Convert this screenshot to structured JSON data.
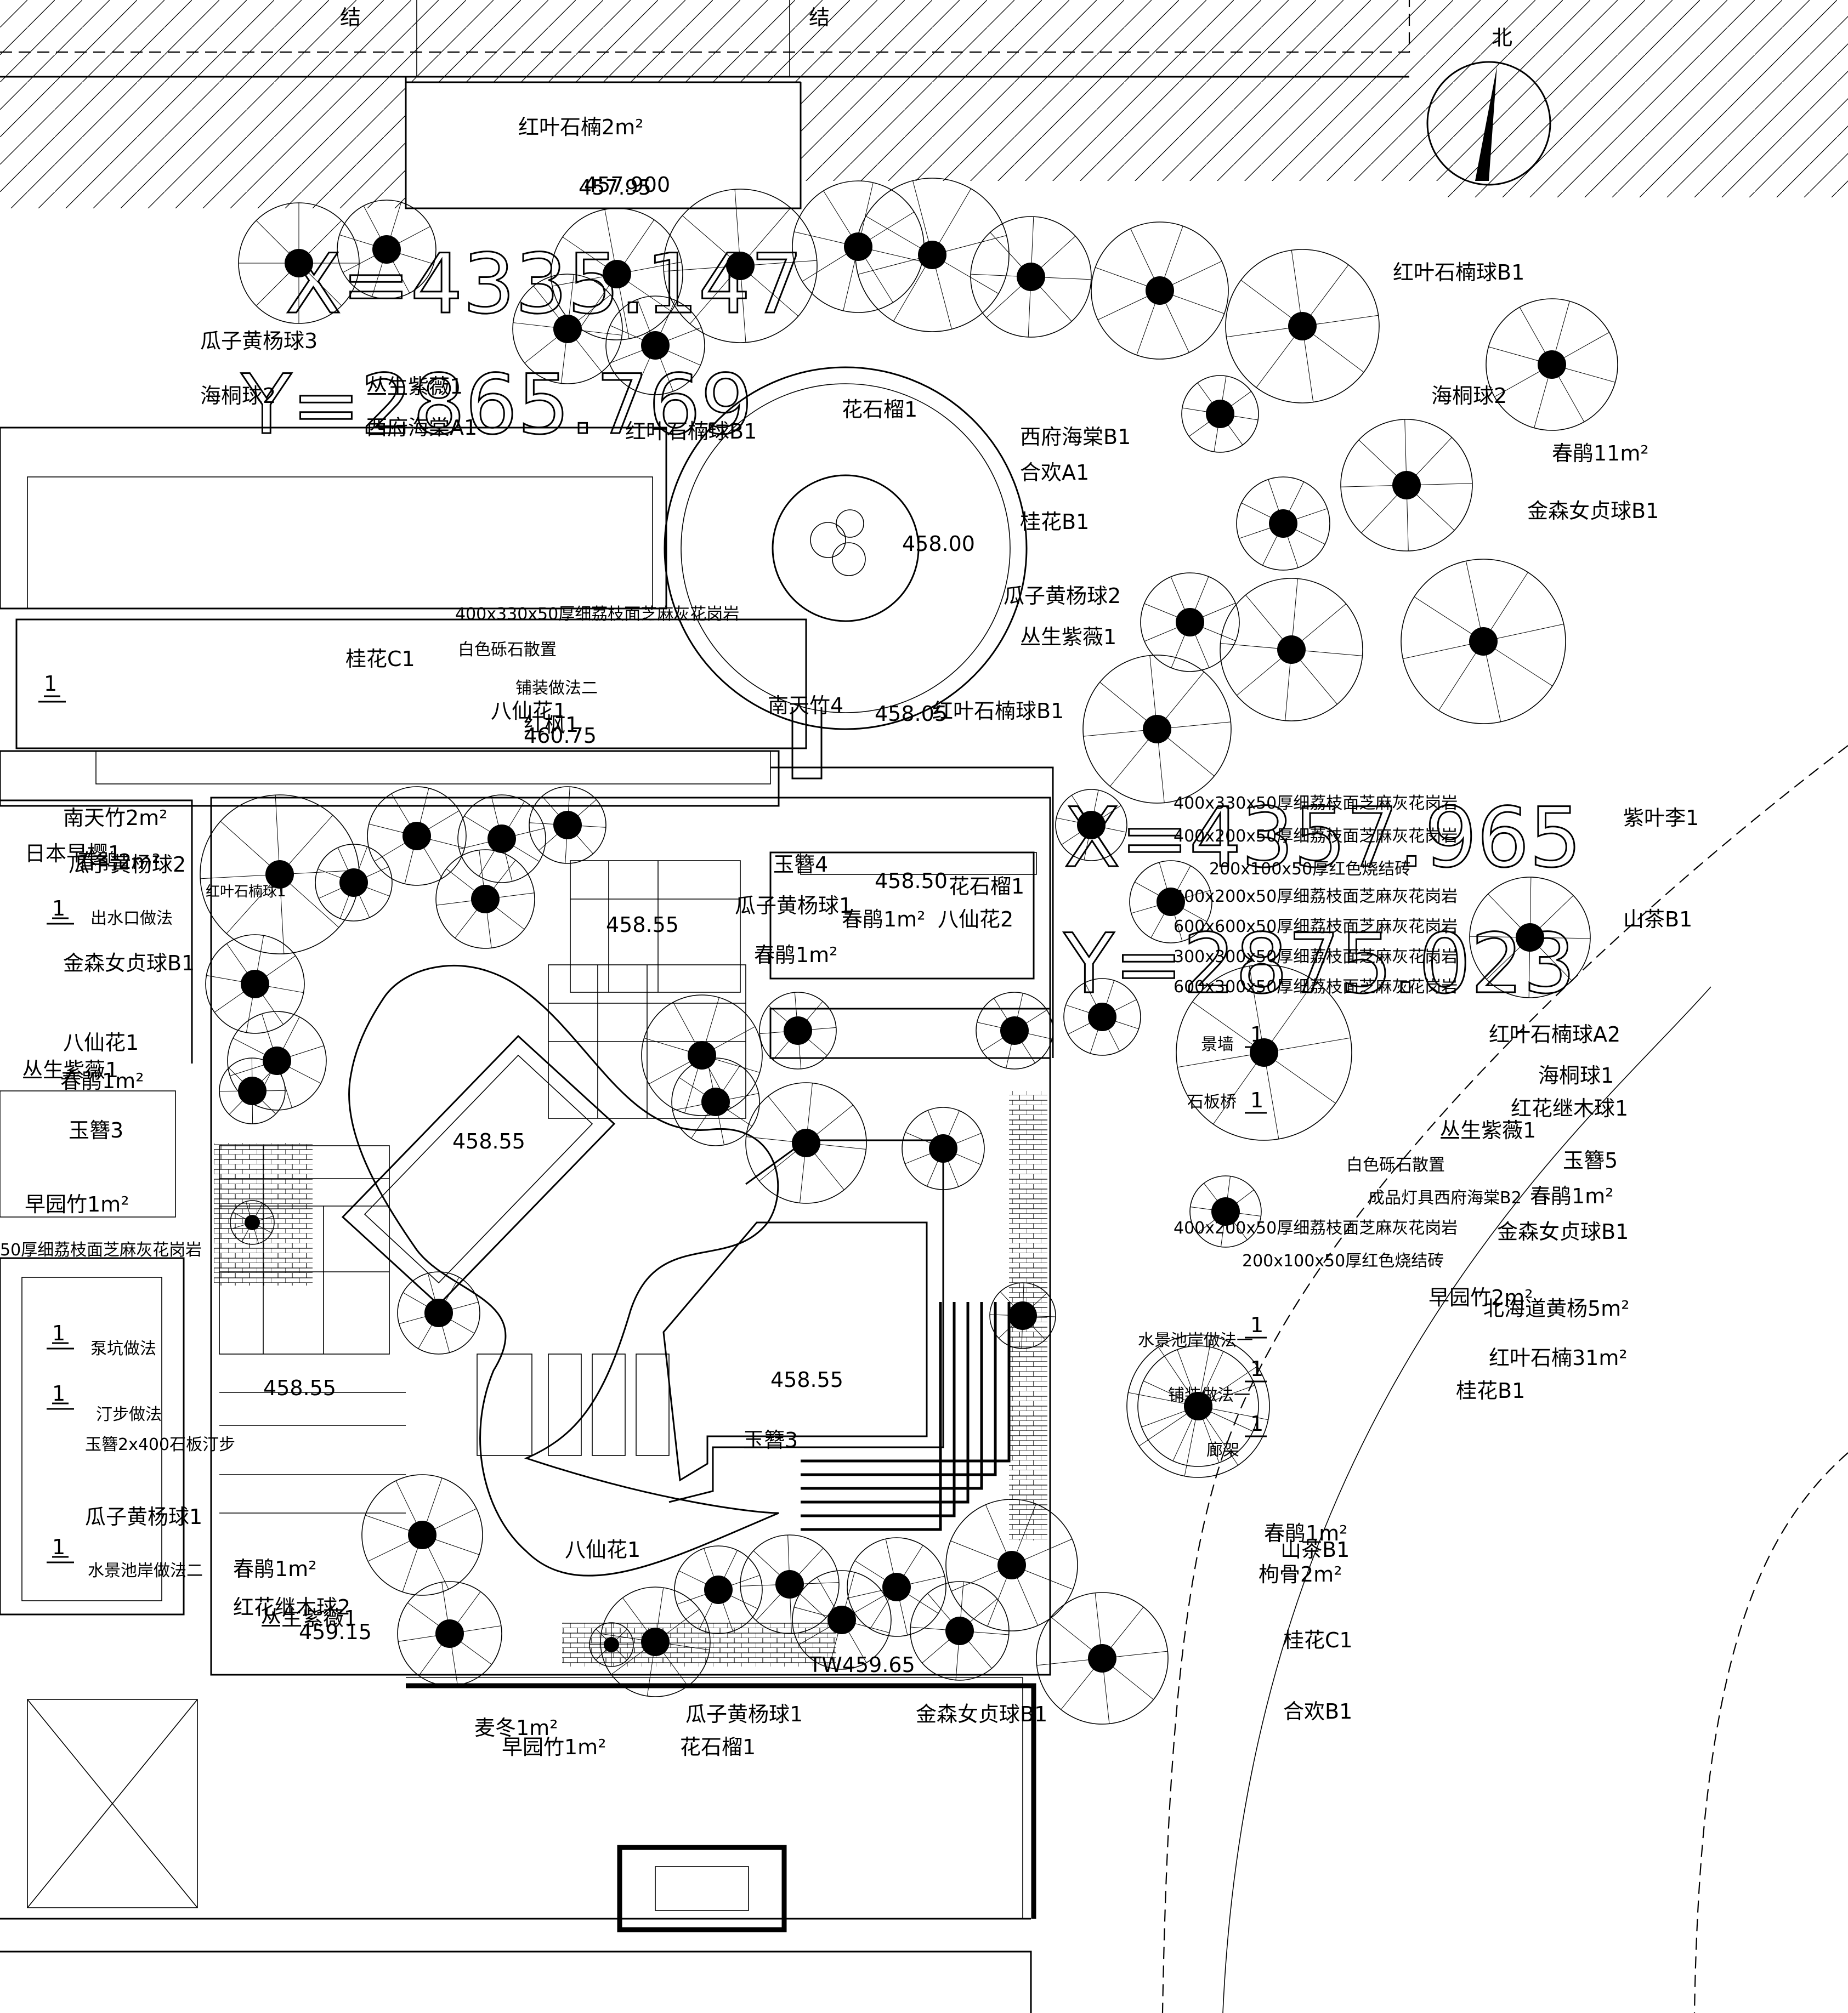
{
  "drawing": {
    "north_label": "北",
    "top_labels": [
      "结",
      "结"
    ],
    "coord_x1": "X=4335.147",
    "coord_y1": "Y=2865.769",
    "coord_x2": "X=4357.965",
    "coord_y2": "Y=2875.023"
  },
  "elevations": {
    "e1": "457.95",
    "e2": "457.900",
    "e3": "458.00",
    "e4": "458.05",
    "e5": "460.75",
    "e6": "458.50",
    "e7": "458.55",
    "e8": "458.55",
    "e9": "458.55",
    "e10": "458.55",
    "e11": "459.15",
    "e12": "TW459.65"
  },
  "labels": {
    "l1": "红叶石楠2m²",
    "l2": "瓜子黄杨球3",
    "l3": "海桐球2",
    "l4": "丛生紫薇1",
    "l5": "西府海棠A1",
    "l6": "红叶石楠球B1",
    "l7": "花石榴1",
    "l8": "红叶石楠球B1",
    "l9": "海桐球2",
    "l10": "春鹃11m²",
    "l11": "金森女贞球B1",
    "l12": "西府海棠B1",
    "l13": "合欢A1",
    "l14": "桂花B1",
    "l15": "瓜子黄杨球2",
    "l16": "丛生紫薇1",
    "l17": "400x330x50厚细荔枝面芝麻灰花岗岩",
    "l18": "白色砾石散置",
    "l19": "桂花C1",
    "l20": "铺装做法二",
    "l21": "八仙花1",
    "l22": "红枫1",
    "l23": "南天竹4",
    "l24": "红叶石楠球B1",
    "l25": "南天竹2m²",
    "l26": "日本早樱1",
    "l27": "瓜子黄杨球2",
    "l28": "春鹃2m²",
    "l29": "出水口做法",
    "l30": "金森女贞球B1",
    "l31": "八仙花1",
    "l32": "丛生紫薇1",
    "l33": "春鹃1m²",
    "l34": "玉簪3",
    "l35": "早园竹1m²",
    "l36": "50厚细荔枝面芝麻灰花岗岩",
    "l37": "泵坑做法",
    "l38": "汀步做法",
    "l39": "玉簪2x400石板汀步",
    "l40": "瓜子黄杨球1",
    "l41": "水景池岸做法二",
    "l42": "春鹃1m²",
    "l43": "红花继木球2",
    "l44": "丛生紫薇1",
    "l45": "玉簪4",
    "l46": "瓜子黄杨球1",
    "l47": "春鹃1m²",
    "l48": "花石榴1",
    "l49": "八仙花2",
    "l50": "春鹃1m²",
    "l51": "紫叶李1",
    "l52": "山茶B1",
    "l53": "400x330x50厚细荔枝面芝麻灰花岗岩",
    "l54": "400x200x50厚细荔枝面芝麻灰花岗岩",
    "l55": "200x100x50厚红色烧结砖",
    "l56": "400x200x50厚细荔枝面芝麻灰花岗岩",
    "l57": "600x600x50厚细荔枝面芝麻灰花岗岩",
    "l58": "300x300x50厚细荔枝面芝麻灰花岗岩",
    "l59": "600x300x50厚细荔枝面芝麻灰花岗岩",
    "l60": "景墙",
    "l61": "石板桥",
    "l62": "红叶石楠球A2",
    "l63": "海桐球1",
    "l64": "红花继木球1",
    "l65": "丛生紫薇1",
    "l66": "玉簪5",
    "l67": "白色砾石散置",
    "l68": "成品灯具西府海棠B2",
    "l69": "春鹃1m²",
    "l70": "金森女贞球B1",
    "l71": "400x200x50厚细荔枝面芝麻灰花岗岩",
    "l72": "200x100x50厚红色烧结砖",
    "l73": "早园竹2m²",
    "l74": "北海道黄杨5m²",
    "l75": "水景池岸做法一",
    "l76": "红叶石楠31m²",
    "l77": "铺装做法一",
    "l78": "桂花B1",
    "l79": "廊架",
    "l80": "玉簪3",
    "l81": "八仙花1",
    "l82": "春鹃1m²",
    "l83": "山茶B1",
    "l84": "枸骨2m²",
    "l85": "桂花C1",
    "l86": "合欢B1",
    "l87": "麦冬1m²",
    "l88": "早园竹1m²",
    "l89": "瓜子黄杨球1",
    "l90": "花石榴1",
    "l91": "金森女贞球B1",
    "l92": "红叶石楠球1"
  },
  "section_marks": {
    "s1": "1",
    "s2": "1",
    "s3": "1",
    "s4": "1",
    "s5": "1",
    "s6": "1",
    "s7": "1",
    "s8": "1",
    "s9": "1",
    "s10": "1"
  },
  "icon_names": [
    "north-arrow-icon",
    "tree-symbol-icon",
    "section-mark-icon"
  ]
}
